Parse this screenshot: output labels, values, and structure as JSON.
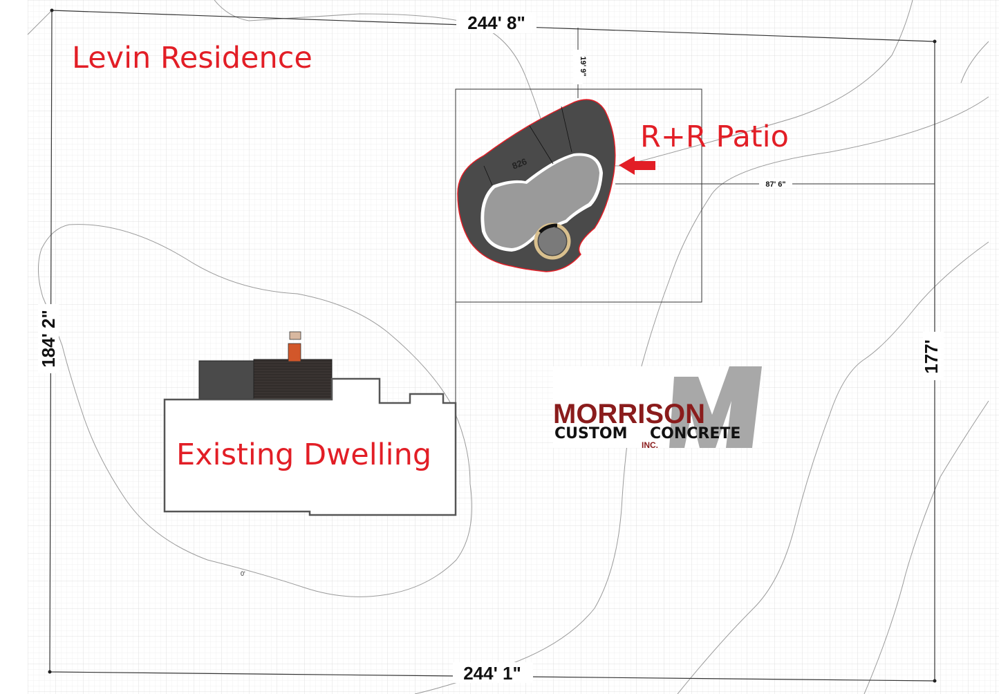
{
  "labels": {
    "title": "Levin Residence",
    "patio": "R+R Patio",
    "dwelling": "Existing Dwelling"
  },
  "dimensions": {
    "top": "244' 8\"",
    "bottom": "244' 1\"",
    "left": "184' 2\"",
    "right": "177'",
    "patio_offset_top": "19' 9\"",
    "patio_offset_right": "87' 6\"",
    "patio_area": "826",
    "contour": "0'"
  },
  "logo": {
    "name": "MORRISON",
    "sub_left": "CUSTOM",
    "sub_right": "CONCRETE",
    "inc": "INC."
  },
  "colors": {
    "label_red": "#e21e26",
    "logo_red": "#8a1c1c",
    "patio_dark": "#4a4a4a",
    "pool_gray": "#9a9a9a"
  }
}
